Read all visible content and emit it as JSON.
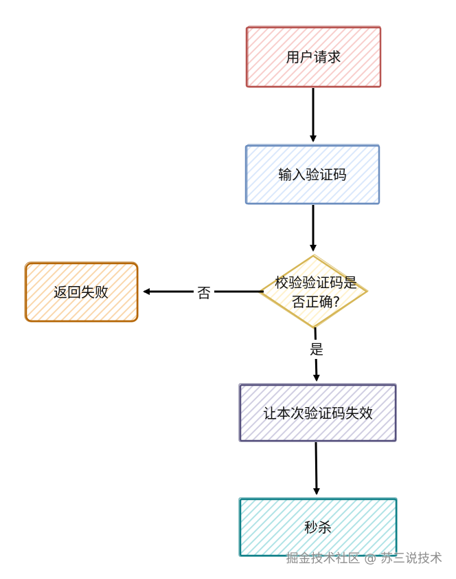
{
  "nodes": {
    "user_request": {
      "label": "用户请求",
      "stroke": "#b85450",
      "fill": "#f8cecc"
    },
    "input_captcha": {
      "label": "输入验证码",
      "stroke": "#6c8ebf",
      "fill": "#dae8fc"
    },
    "verify_captcha": {
      "line1": "校验验证码是",
      "line2": "否正确?",
      "stroke": "#d6b656",
      "fill": "#fff2cc"
    },
    "return_failure": {
      "label": "返回失败",
      "stroke": "#b46504",
      "fill": "#fad7ac"
    },
    "invalidate_captcha": {
      "label": "让本次验证码失效",
      "stroke": "#56517e",
      "fill": "#d0cee2"
    },
    "flash_sale": {
      "label": "秒杀",
      "stroke": "#0e8088",
      "fill": "#b0e3e6"
    }
  },
  "edges": {
    "no_label": "否",
    "yes_label": "是"
  },
  "watermark": "掘金技术社区 @ 苏三说技术"
}
